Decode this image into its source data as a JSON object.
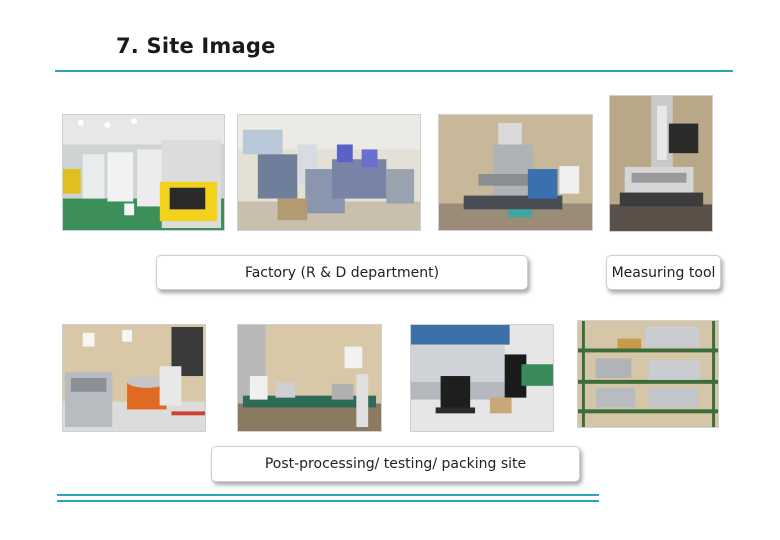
{
  "slide": {
    "title": "7. Site Image"
  },
  "captions": {
    "factory": "Factory (R & D department)",
    "measuring": "Measuring tool",
    "post": "Post-processing/ testing/ packing site"
  },
  "colors": {
    "accent_rule": "#2ea3b5"
  }
}
